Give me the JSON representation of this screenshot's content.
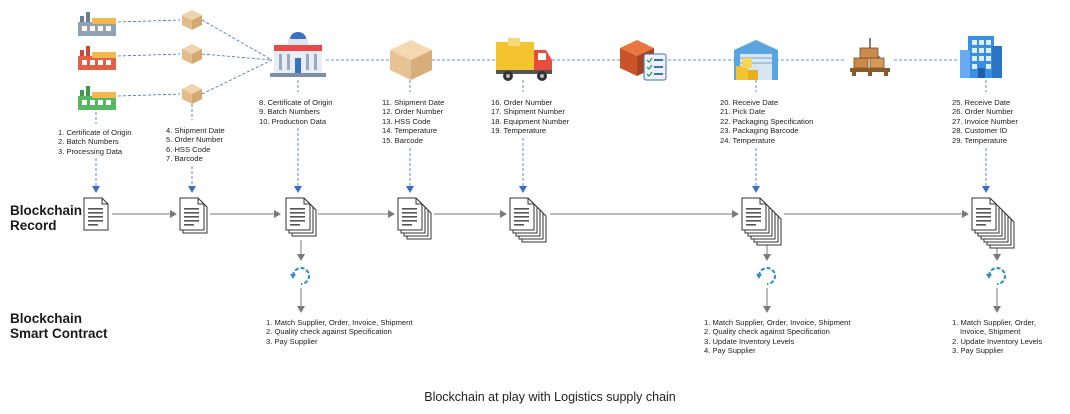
{
  "lanes": {
    "record": "Blockchain\nRecord",
    "contract": "Blockchain\nSmart Contract"
  },
  "stages": {
    "origin": [
      "1. Certificate of Origin",
      "2. Batch Numbers",
      "3. Processing Data"
    ],
    "shipping": [
      "4. Shipment Date",
      "5. Order Number",
      "6. HSS Code",
      "7. Barcode"
    ],
    "production": [
      "8.   Certificate of Origin",
      "9.   Batch Numbers",
      "10. Production Data"
    ],
    "packaging": [
      "11. Shipment Date",
      "12. Order Number",
      "13. HSS Code",
      "14. Temperature",
      "15. Barcode"
    ],
    "transport": [
      "16. Order Number",
      "17. Shipment Number",
      "18. Equipment Number",
      "19. Temperature"
    ],
    "warehouse": [
      "20. Receive Date",
      "21. Pick Date",
      "22. Packaging Specification",
      "23. Packaging Barcode",
      "24. Temperature"
    ],
    "retail": [
      "25. Receive Date",
      "26. Order Number",
      "27. Invoice Number",
      "28. Customer ID",
      "29. Temperature"
    ]
  },
  "contracts": {
    "first": [
      "1. Match Supplier, Order, Invoice, Shipment",
      "2. Quality check against Specification",
      "3. Pay Supplier"
    ],
    "second": [
      "1. Match Supplier, Order, Invoice, Shipment",
      "2. Quality check against Specification",
      "3. Update Inventory Levels",
      "4. Pay Supplier"
    ],
    "third": [
      "1. Match Supplier, Order,",
      "Invoice, Shipment",
      "2. Update Inventory Levels",
      "3. Pay Supplier"
    ]
  },
  "caption": "Blockchain at play with Logistics supply chain",
  "colors": {
    "arrow_blue": "#3a6fc4",
    "arrow_gray": "#7a7a7a",
    "cycle_blue": "#2a8ad8",
    "box_tan": "#e8c9a0",
    "truck_yellow": "#f4c430",
    "building_blue": "#3a8ee6"
  },
  "icons": {
    "factories": "factory-icon",
    "small_boxes": "cardboard-box-icon",
    "production": "government-building-icon",
    "packaging": "large-box-icon",
    "transport": "delivery-truck-icon",
    "checklist": "box-checklist-icon",
    "warehouse": "warehouse-icon",
    "crane": "crane-pallet-icon",
    "retail": "office-building-icon",
    "record": "document-stack-icon",
    "contract": "refresh-cycle-icon"
  }
}
